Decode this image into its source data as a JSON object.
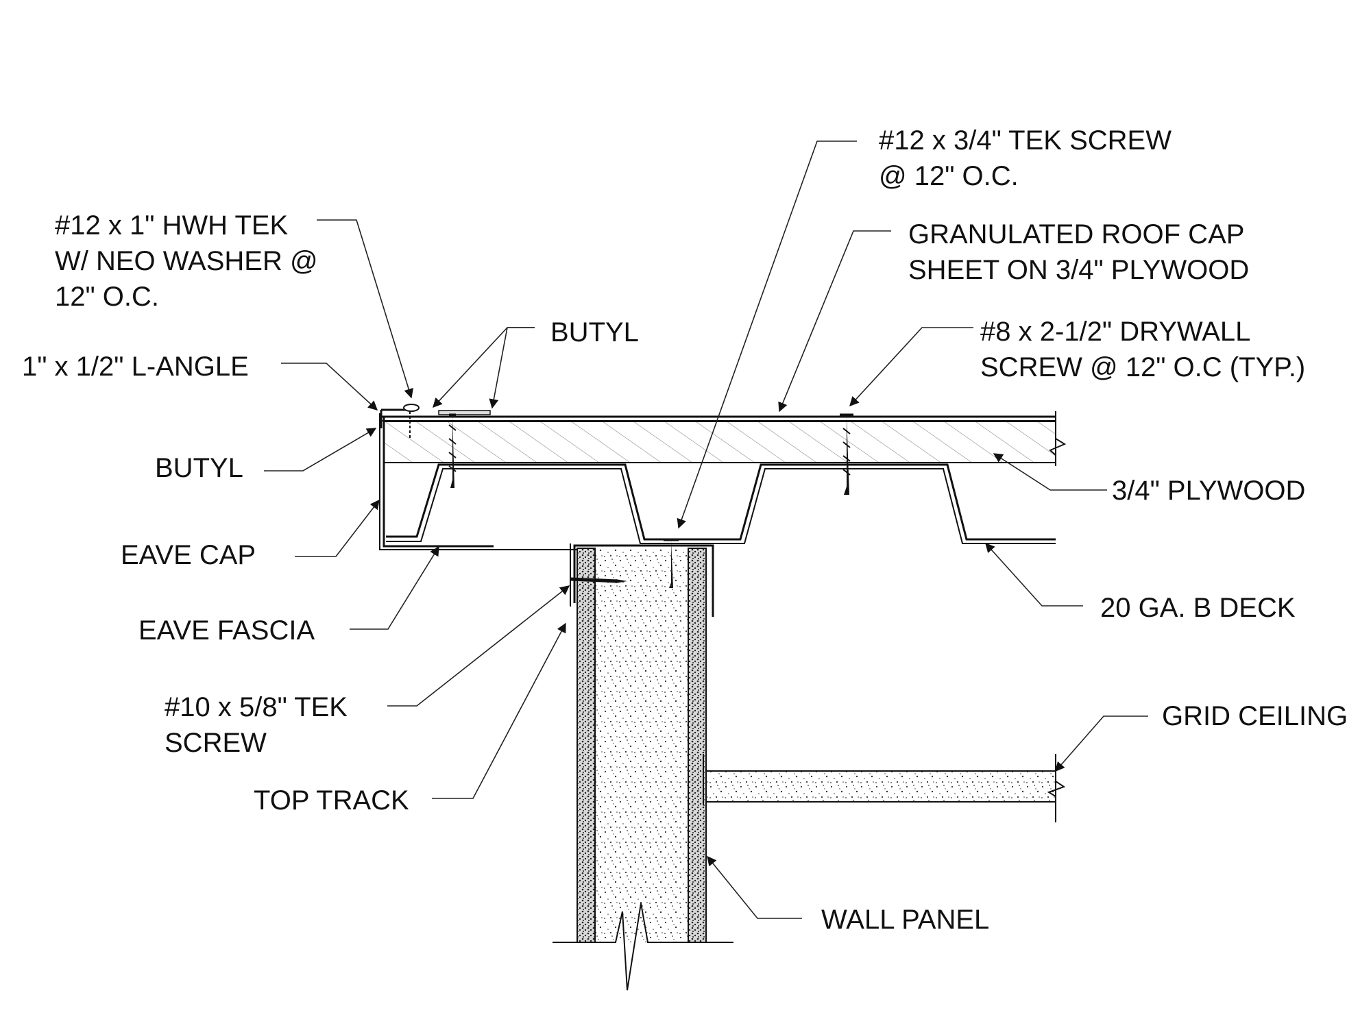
{
  "callouts": {
    "hwh_tek": [
      "#12 x 1\" HWH TEK",
      "W/ NEO WASHER @",
      "12\" O.C."
    ],
    "tek_screw_34": [
      "#12 x 3/4\" TEK SCREW",
      "@ 12\" O.C."
    ],
    "roof_cap": [
      "GRANULATED ROOF CAP",
      "SHEET ON 3/4\" PLYWOOD"
    ],
    "butyl_top": [
      "BUTYL"
    ],
    "drywall_screw": [
      "#8 x 2-1/2\"  DRYWALL",
      "SCREW @ 12\" O.C (TYP.)"
    ],
    "l_angle": [
      "1\" x 1/2\" L-ANGLE"
    ],
    "butyl_left": [
      "BUTYL"
    ],
    "plywood": [
      "3/4\" PLYWOOD"
    ],
    "eave_cap": [
      "EAVE CAP"
    ],
    "eave_fascia": [
      "EAVE FASCIA"
    ],
    "b_deck": [
      "20 GA. B DECK"
    ],
    "tek_screw_58": [
      "#10 x 5/8\" TEK",
      "SCREW"
    ],
    "grid_ceiling": [
      "GRID CEILING"
    ],
    "top_track": [
      "TOP TRACK"
    ],
    "wall_panel": [
      "WALL PANEL"
    ]
  },
  "colors": {
    "ink": "#111111",
    "background": "#ffffff"
  }
}
